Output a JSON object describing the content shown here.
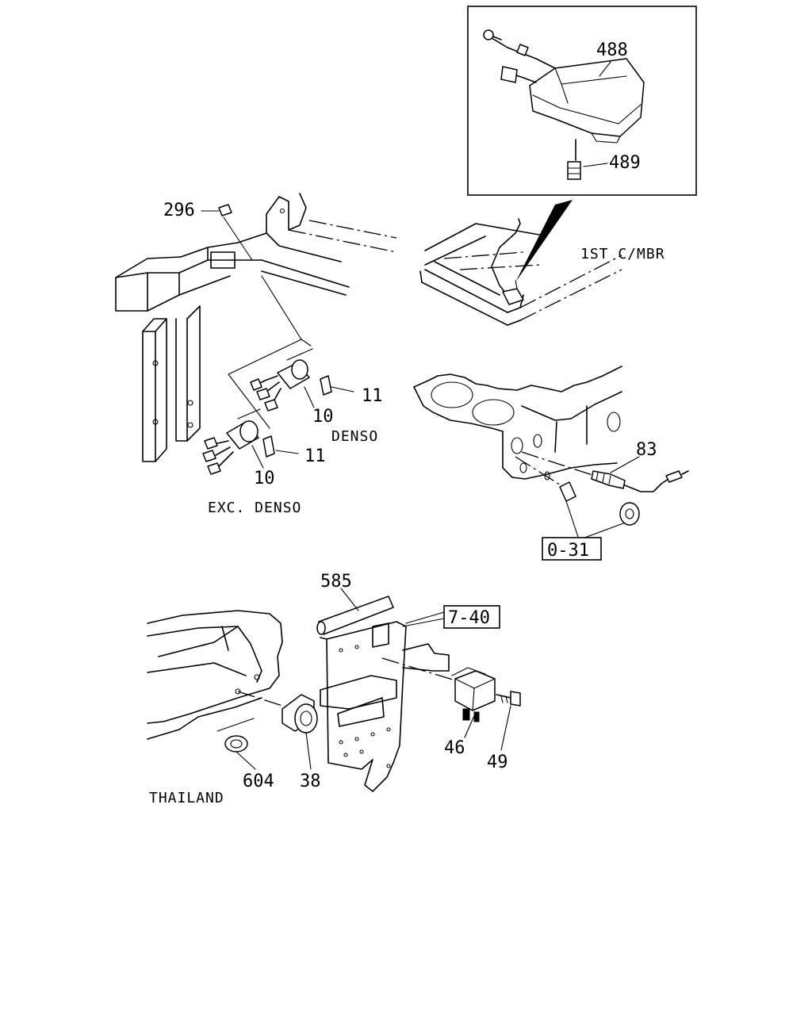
{
  "callouts": {
    "p488": "488",
    "p489": "489",
    "p296": "296",
    "p11a": "11",
    "p11b": "11",
    "p10a": "10",
    "p10b": "10",
    "p83": "83",
    "p585": "585",
    "p46": "46",
    "p49": "49",
    "p604": "604",
    "p38": "38"
  },
  "references": {
    "ref_031": "0-31",
    "ref_740": "7-40"
  },
  "captions": {
    "first_crossmember": "1ST C/MBR",
    "denso": "DENSO",
    "exc_denso": "EXC. DENSO",
    "thailand": "THAILAND"
  }
}
